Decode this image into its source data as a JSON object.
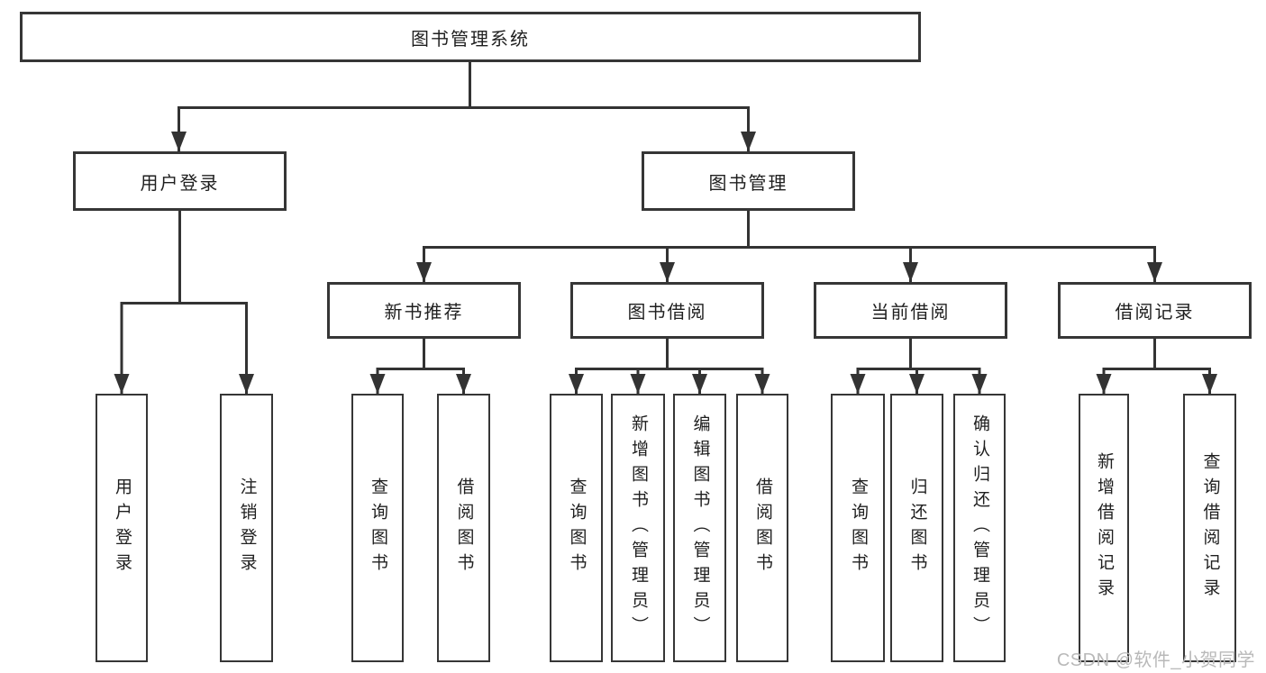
{
  "tree": {
    "root": {
      "label": "图书管理系统"
    },
    "level2": [
      {
        "label": "用户登录",
        "leaves": [
          {
            "label": "用户登录"
          },
          {
            "label": "注销登录"
          }
        ]
      },
      {
        "label": "图书管理",
        "groups": [
          {
            "label": "新书推荐",
            "leaves": [
              {
                "label": "查询图书"
              },
              {
                "label": "借阅图书"
              }
            ]
          },
          {
            "label": "图书借阅",
            "leaves": [
              {
                "label": "查询图书"
              },
              {
                "label": "新增图书（管理员）"
              },
              {
                "label": "编辑图书（管理员）"
              },
              {
                "label": "借阅图书"
              }
            ]
          },
          {
            "label": "当前借阅",
            "leaves": [
              {
                "label": "查询图书"
              },
              {
                "label": "归还图书"
              },
              {
                "label": "确认归还（管理员）"
              }
            ]
          },
          {
            "label": "借阅记录",
            "leaves": [
              {
                "label": "新增借阅记录"
              },
              {
                "label": "查询借阅记录"
              }
            ]
          }
        ]
      }
    ]
  },
  "watermark": {
    "text": "CSDN @软件_小贺同学"
  },
  "colors": {
    "line": "#333333",
    "border": "#363636",
    "text": "#1f1f1f",
    "watermark": "#b9b9b9"
  }
}
